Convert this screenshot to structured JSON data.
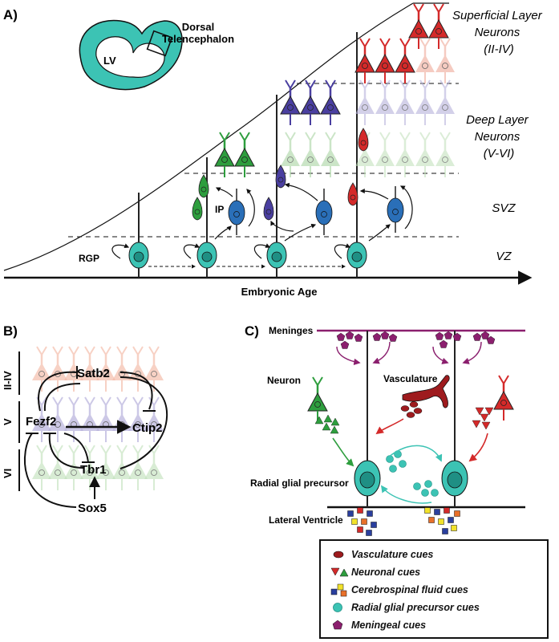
{
  "panelA": {
    "label": "A)",
    "region_label": "Dorsal\nTelencephalon",
    "lv_label": "LV",
    "layers": {
      "superficial": [
        "Superficial Layer",
        "Neurons",
        "(II-IV)"
      ],
      "deep": [
        "Deep Layer",
        "Neurons",
        "(V-VI)"
      ],
      "svz": "SVZ",
      "vz": "VZ"
    },
    "rgp_label": "RGP",
    "ip_label": "IP",
    "axis_label": "Embryonic Age"
  },
  "panelB": {
    "label": "B)",
    "layer_labels": [
      "II-IV",
      "V",
      "VI"
    ],
    "genes": [
      "Satb2",
      "Fezf2",
      "Ctip2",
      "Tbr1",
      "Sox5"
    ]
  },
  "panelC": {
    "label": "C)",
    "meninges_label": "Meninges",
    "neuron_label": "Neuron",
    "vasculature_label": "Vasculature",
    "rgp_label": "Radial glial precursor",
    "ventricle_label": "Lateral Ventricle",
    "legend": [
      {
        "label": "Vasculature cues",
        "icon": "red-oval"
      },
      {
        "label": "Neuronal cues",
        "icon": "red-green-triangles"
      },
      {
        "label": "Cerebrospinal fluid cues",
        "icon": "colored-squares"
      },
      {
        "label": "Radial glial precursor cues",
        "icon": "teal-circle"
      },
      {
        "label": "Meningeal cues",
        "icon": "purple-pentagon"
      }
    ]
  },
  "colors": {
    "teal": "#3cc3b4",
    "teal_dark": "#1f8f84",
    "green": "#2e9e3e",
    "blue": "#2a6fb8",
    "purple": "#4a3fa0",
    "red": "#d42a2a",
    "meninges": "#8b1f6e",
    "dark_red": "#9e1b1e"
  }
}
